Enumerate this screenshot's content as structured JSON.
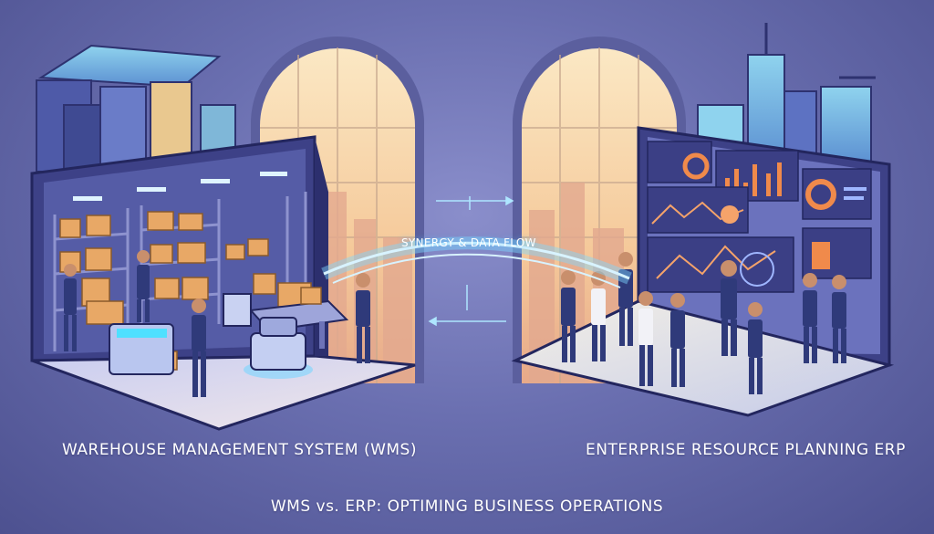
{
  "labels": {
    "left_section": "WAREHOUSE MANAGEMENT SYSTEM (WMS)",
    "right_section": "ENTERPRISE RESOURCE PLANNING ERP",
    "bridge": "SYNERGY & DATA FLOW",
    "headline": "WMS vs. ERP: OPTIMING BUSINESS OPERATIONS"
  },
  "colors": {
    "background": "#6a6fb0",
    "window_glow": "#f6d7a8",
    "data_flow": "#7fd6ff",
    "box": "#e8a866",
    "dashboard_accent": "#f08a4b"
  }
}
